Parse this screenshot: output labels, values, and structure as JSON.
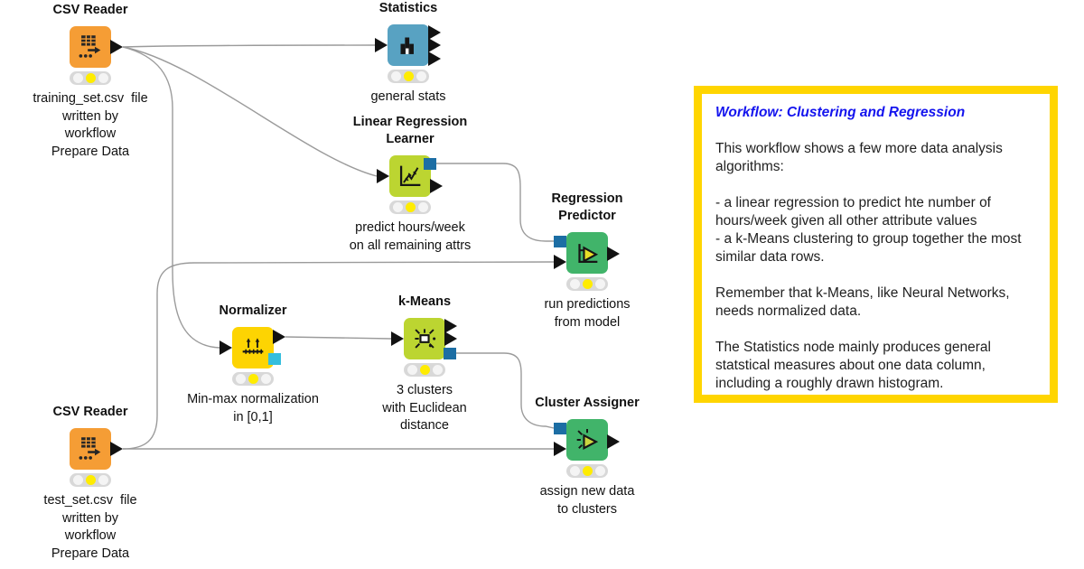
{
  "workflow": {
    "nodes": [
      {
        "name": "CSV Reader",
        "icon": "csv-reader-icon",
        "comment": "training_set.csv  file\nwritten by\nworkflow\nPrepare Data"
      },
      {
        "name": "Statistics",
        "icon": "statistics-icon",
        "comment": "general stats"
      },
      {
        "name": "Linear Regression\nLearner",
        "icon": "regression-learner-icon",
        "comment": "predict hours/week\non all remaining attrs"
      },
      {
        "name": "Regression\nPredictor",
        "icon": "predictor-icon",
        "comment": "run predictions\nfrom model"
      },
      {
        "name": "Normalizer",
        "icon": "normalizer-icon",
        "comment": "Min-max normalization\nin [0,1]"
      },
      {
        "name": "k-Means",
        "icon": "kmeans-icon",
        "comment": "3 clusters\nwith Euclidean\ndistance"
      },
      {
        "name": "Cluster Assigner",
        "icon": "cluster-assigner-icon",
        "comment": "assign new data\nto clusters"
      },
      {
        "name": "CSV Reader",
        "icon": "csv-reader-icon",
        "comment": "test_set.csv  file\nwritten by\nworkflow\nPrepare Data"
      }
    ],
    "annotation": {
      "title": "Workflow: Clustering and Regression",
      "paragraphs": [
        "This workflow shows a few more data analysis algorithms:",
        "- a linear regression to predict hte number of hours/week given all other attribute values\n- a k-Means clustering to group together the most similar data rows.",
        "Remember that k-Means, like Neural Networks, needs normalized data.",
        "The Statistics node mainly produces general statstical measures about one data column, including a roughly drawn histogram."
      ]
    },
    "traffic_light_state": "yellow",
    "colors": {
      "csv_reader_node": "#F59D35",
      "statistics_node": "#58A2C2",
      "learner_node": "#BCD531",
      "predictor_node": "#41B46A",
      "normalizer_node": "#FDD402",
      "model_port": "#1C6EA4",
      "normalizer_model_port": "#35BEDD",
      "wire": "#9B9B9B",
      "annotation_border": "#FFD500",
      "annotation_title": "#1414EE",
      "traffic_light_on": "#FFEC00"
    }
  }
}
